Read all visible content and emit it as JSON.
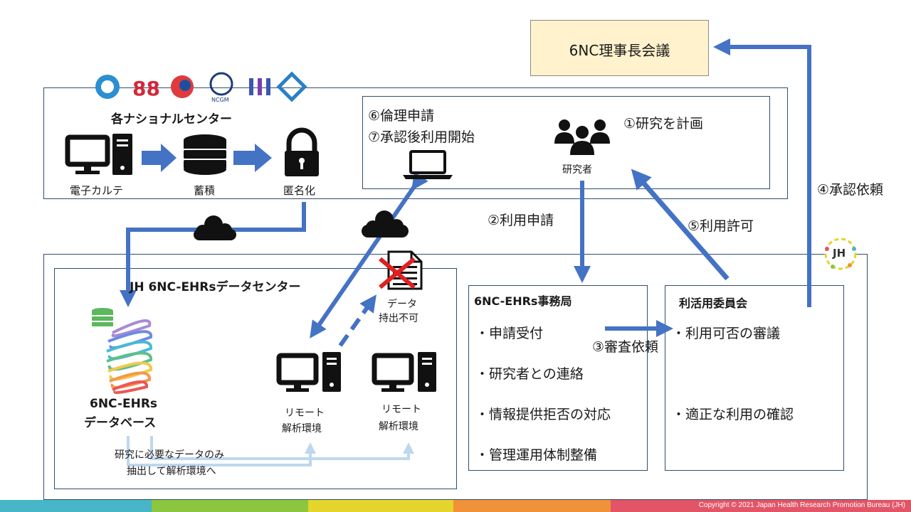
{
  "board": {
    "title": "6NC理事長会議"
  },
  "national_centers": {
    "title": "各ナショナルセンター",
    "steps": [
      "電子カルテ",
      "蓄積",
      "匿名化"
    ]
  },
  "research_box": {
    "ethics_apply": "⑥倫理申請",
    "start_use": "⑦承認後利用開始",
    "plan": "①研究を計画",
    "researcher": "研究者"
  },
  "flows": {
    "use_application": "②利用申請",
    "review_request": "③審査依頼",
    "approval_request": "④承認依頼",
    "use_permission": "⑤利用許可"
  },
  "data_center": {
    "title": "JH 6NC-EHRsデータセンター",
    "database_line1": "6NC-EHRs",
    "database_line2": "データベース",
    "no_export_line1": "データ",
    "no_export_line2": "持出不可",
    "remote1_line1": "リモート",
    "remote1_line2": "解析環境",
    "remote2_line1": "リモート",
    "remote2_line2": "解析環境",
    "extract_line1": "研究に必要なデータのみ",
    "extract_line2": "抽出して解析環境へ"
  },
  "office": {
    "title": "6NC-EHRs事務局",
    "items": [
      "・申請受付",
      "・研究者との連絡",
      "・情報提供拒否の対応",
      "・管理運用体制整備"
    ]
  },
  "committee": {
    "title": "利活用委員会",
    "items": [
      "・利用可否の審議",
      "・適正な利用の確認"
    ]
  },
  "logo": {
    "text": "JH"
  },
  "footer": {
    "copyright": "Copyright © 2021 Japan Health Research Promotion Bureau (JH)",
    "colors": [
      "#47b6c8",
      "#8cc63f",
      "#e5d42b",
      "#f0923a",
      "#e25567"
    ]
  },
  "colors": {
    "arrow": "#4472c4",
    "arrow_light": "#bdd7ee",
    "board_bg": "#fff2cc"
  }
}
